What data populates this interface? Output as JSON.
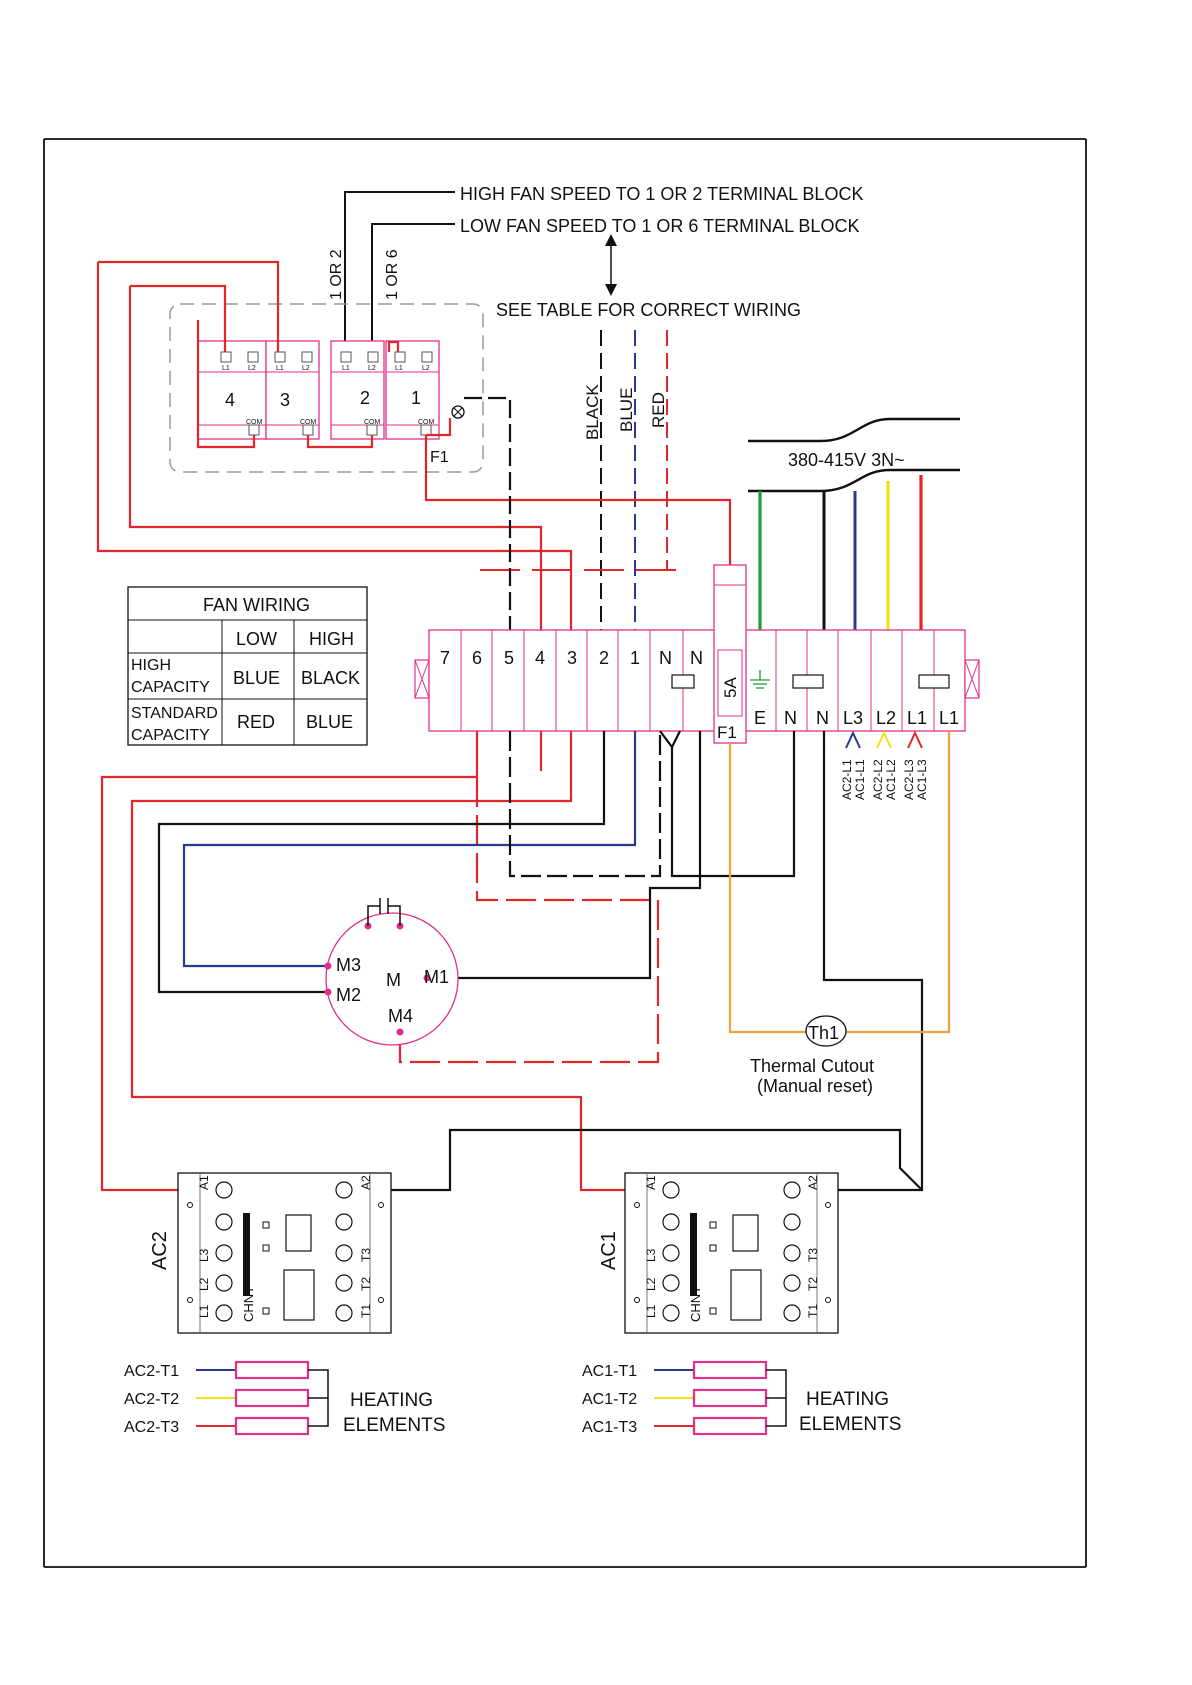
{
  "notes": {
    "high_fan": "HIGH FAN SPEED TO 1 OR 2 TERMINAL BLOCK",
    "low_fan": "LOW FAN SPEED TO 1 OR 6 TERMINAL BLOCK",
    "see_table": "SEE TABLE FOR CORRECT WIRING",
    "one_or_two": "1 OR 2",
    "one_or_six": "1 OR 6"
  },
  "wire_labels": {
    "black": "BLACK",
    "blue": "BLUE",
    "red": "RED"
  },
  "supply": {
    "label": "380-415V 3N~"
  },
  "switch_panel": {
    "switches": [
      {
        "num": "4",
        "l1": "L1",
        "l2": "L2",
        "com": "COM"
      },
      {
        "num": "3",
        "l1": "L1",
        "l2": "L2",
        "com": "COM"
      },
      {
        "num": "2",
        "l1": "L1",
        "l2": "L2",
        "com": "COM"
      },
      {
        "num": "1",
        "l1": "L1",
        "l2": "L2",
        "com": "COM"
      }
    ],
    "lamp_fuse_label": "F1"
  },
  "fan_table": {
    "title": "FAN WIRING",
    "col_low": "LOW",
    "col_high": "HIGH",
    "rows": [
      {
        "label1": "HIGH",
        "label2": "CAPACITY",
        "low": "BLUE",
        "high": "BLACK"
      },
      {
        "label1": "STANDARD",
        "label2": "CAPACITY",
        "low": "RED",
        "high": "BLUE"
      }
    ]
  },
  "terminal_block": {
    "labels": [
      "7",
      "6",
      "5",
      "4",
      "3",
      "2",
      "1",
      "N",
      "N"
    ],
    "fuse_value": "5A",
    "fuse_label": "F1",
    "supply_labels": [
      "E",
      "N",
      "N",
      "L3",
      "L2",
      "L1",
      "L1"
    ],
    "l3_notes": [
      "AC2-L1",
      "AC1-L1"
    ],
    "l2_notes": [
      "AC2-L2",
      "AC1-L2"
    ],
    "l1_notes": [
      "AC2-L3",
      "AC1-L3"
    ]
  },
  "motor": {
    "center": "M",
    "m1": "M1",
    "m2": "M2",
    "m3": "M3",
    "m4": "M4"
  },
  "thermal": {
    "symbol": "Th1",
    "line1": "Thermal Cutout",
    "line2": "(Manual reset)"
  },
  "contactors": [
    {
      "name": "AC2",
      "a1": "A1",
      "a2": "A2",
      "l1": "L1",
      "l2": "L2",
      "l3": "L3",
      "t1": "T1",
      "t2": "T2",
      "t3": "T3",
      "brand": "CHNT"
    },
    {
      "name": "AC1",
      "a1": "A1",
      "a2": "A2",
      "l1": "L1",
      "l2": "L2",
      "l3": "L3",
      "t1": "T1",
      "t2": "T2",
      "t3": "T3",
      "brand": "CHNT"
    }
  ],
  "heating": [
    {
      "t1": "AC2-T1",
      "t2": "AC2-T2",
      "t3": "AC2-T3",
      "line1": "HEATING",
      "line2": "ELEMENTS"
    },
    {
      "t1": "AC1-T1",
      "t2": "AC1-T2",
      "t3": "AC1-T3",
      "line1": "HEATING",
      "line2": "ELEMENTS"
    }
  ],
  "colors": {
    "red": "#e3262b",
    "black": "#111111",
    "blue": "#283a8f",
    "green": "#1f9a3a",
    "yellow": "#f2e21a",
    "orange": "#f0a040",
    "magenta": "#e0308a"
  }
}
